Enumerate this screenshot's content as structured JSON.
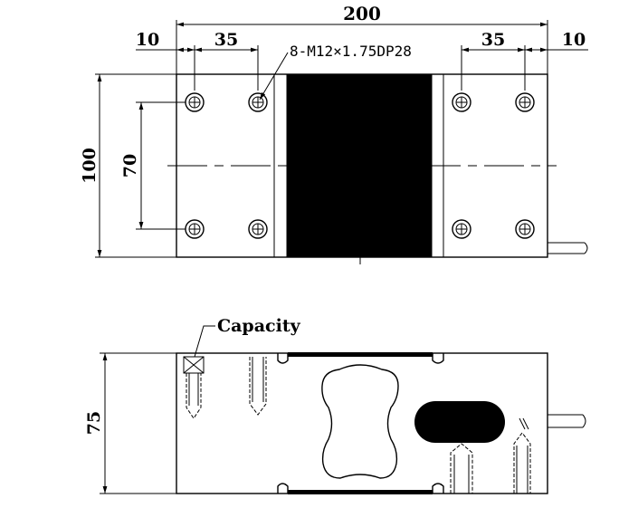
{
  "top_view": {
    "dim_total": "200",
    "dim_left_edge": "10",
    "dim_left_pitch": "35",
    "dim_right_pitch": "35",
    "dim_right_edge": "10",
    "thread_note": "8-M12×1.75DP28",
    "dim_height": "100",
    "dim_hole_spacing": "70"
  },
  "side_view": {
    "capacity_label": "Capacity",
    "dim_height": "75"
  },
  "colors": {
    "line": "#000000",
    "fill_dark": "#000000",
    "background": "#ffffff"
  }
}
